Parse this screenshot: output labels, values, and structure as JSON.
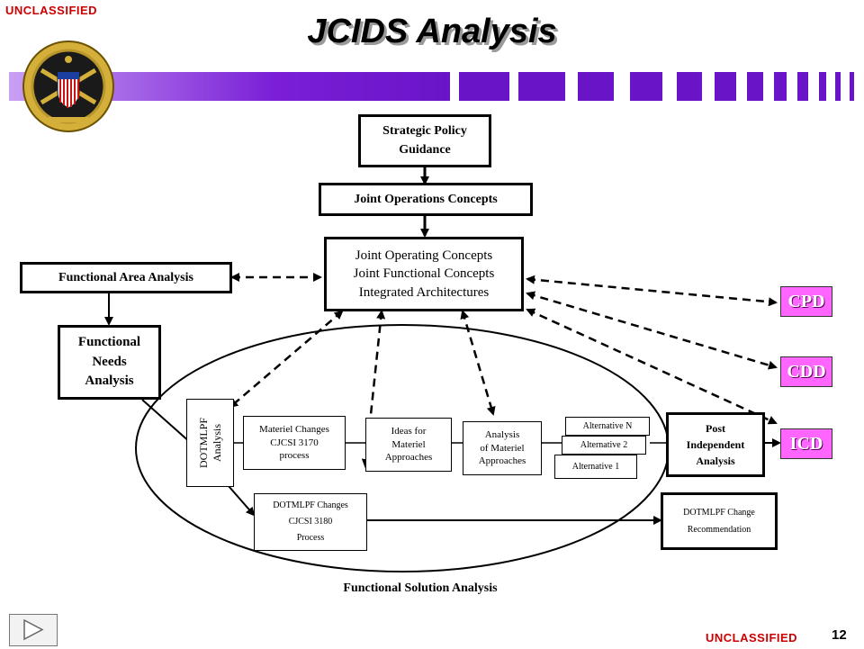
{
  "classification": {
    "top": "UNCLASSIFIED",
    "bottom": "UNCLASSIFIED"
  },
  "title": "JCIDS Analysis",
  "page_number": "12",
  "boxes": {
    "strategic": "Strategic Policy\nGuidance",
    "joint_ops": "Joint Operations Concepts",
    "concepts": "Joint Operating Concepts\nJoint Functional Concepts\nIntegrated Architectures",
    "faa": "Functional Area Analysis",
    "fna": "Functional\nNeeds\nAnalysis",
    "dotmlpf_analysis": "DOTMLPF\nAnalysis",
    "materiel_changes": "Materiel Changes\nCJCSI 3170\nprocess",
    "ideas": "Ideas for\nMateriel\nApproaches",
    "analysis_materiel": "Analysis\nof Materiel\nApproaches",
    "alt_n": "Alternative N",
    "alt_2": "Alternative 2",
    "alt_1": "Alternative 1",
    "post_independent": "Post\nIndependent\nAnalysis",
    "dotmlpf_changes": "DOTMLPF Changes\nCJCSI 3180\nProcess",
    "dotmlpf_reco": "DOTMLPF Change\nRecommendation"
  },
  "documents": {
    "cpd": "CPD",
    "cdd": "CDD",
    "icd": "ICD"
  },
  "fsa_label": "Functional Solution Analysis",
  "colors": {
    "banner": "#7a1fd6",
    "document": "#ff66ff",
    "classification": "#cc0000"
  },
  "icons": {
    "seal": "joint-chiefs-seal-icon",
    "nav": "forward-nav-icon"
  }
}
